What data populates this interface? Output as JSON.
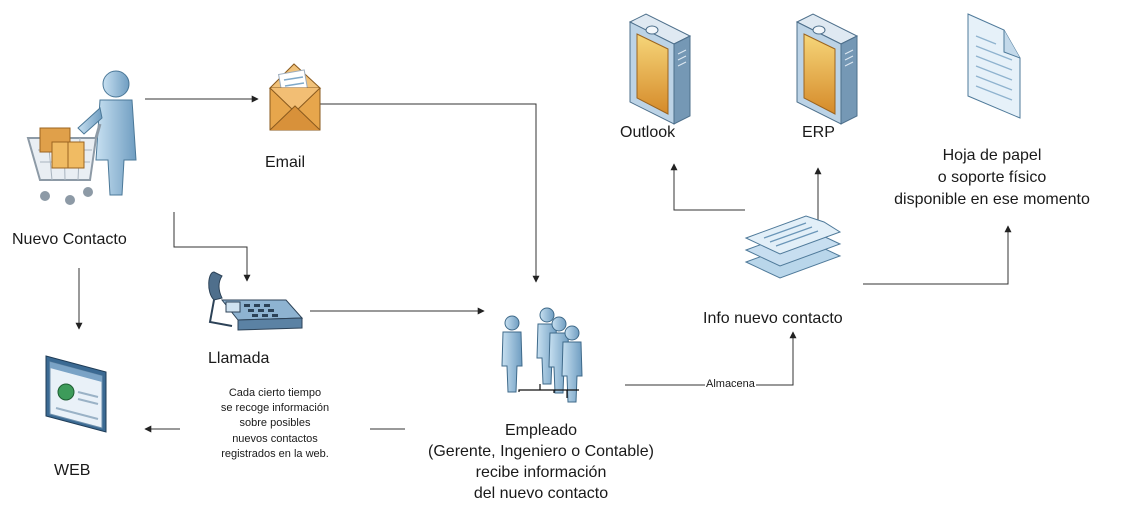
{
  "nodes": {
    "nuevo_contacto": "Nuevo Contacto",
    "email": "Email",
    "llamada": "Llamada",
    "web": "WEB",
    "empleado": [
      "Empleado",
      "(Gerente, Ingeniero o Contable)",
      "recibe información",
      "del nuevo contacto"
    ],
    "info_nuevo_contacto": "Info nuevo contacto",
    "outlook": "Outlook",
    "erp": "ERP",
    "hoja": [
      "Hoja de papel",
      "o soporte físico",
      "disponible en ese momento"
    ]
  },
  "edges": {
    "web_note": [
      "Cada cierto tiempo",
      "se recoge información",
      "sobre posibles",
      "nuevos contactos",
      "registrados en la web."
    ],
    "almacena": "Almacena"
  },
  "icons": [
    "shopping-cart-person-icon",
    "email-envelope-icon",
    "telephone-icon",
    "web-page-icon",
    "group-of-people-icon",
    "stacked-documents-icon",
    "server-icon",
    "paper-document-icon"
  ],
  "colors": {
    "line": "#333333",
    "icon_blue": "#9cc4df",
    "icon_dark": "#5a86a8",
    "accent": "#e8a33c"
  }
}
